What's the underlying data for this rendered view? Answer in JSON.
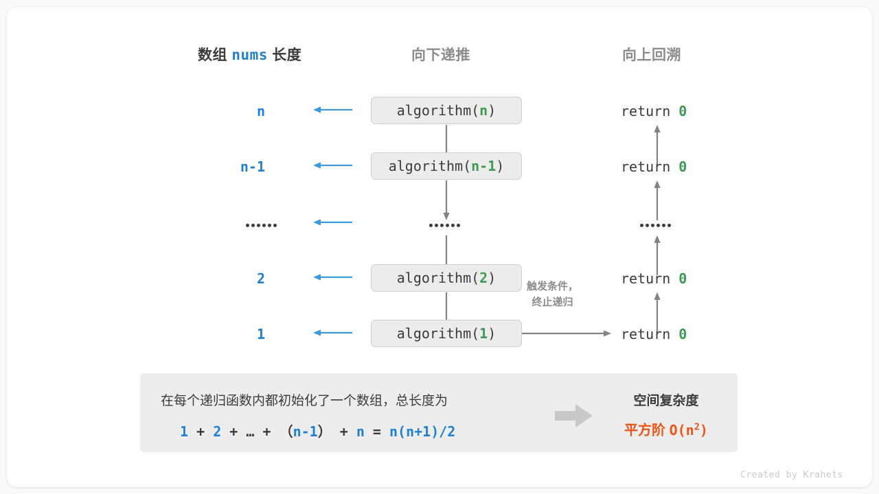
{
  "headers": {
    "left_prefix": "数组",
    "left_code": "nums",
    "left_suffix": "长度",
    "middle": "向下递推",
    "right": "向上回溯"
  },
  "rows": [
    {
      "size": "n",
      "call_name": "algorithm",
      "call_arg": "n",
      "return_text": "return",
      "return_value": "0",
      "is_dots": false
    },
    {
      "size": "n-1",
      "call_name": "algorithm",
      "call_arg": "n-1",
      "return_text": "return",
      "return_value": "0",
      "is_dots": false
    },
    {
      "size": "……",
      "call_name": "",
      "call_arg": "",
      "return_text": "",
      "return_value": "",
      "is_dots": true
    },
    {
      "size": "2",
      "call_name": "algorithm",
      "call_arg": "2",
      "return_text": "return",
      "return_value": "0",
      "is_dots": false
    },
    {
      "size": "1",
      "call_name": "algorithm",
      "call_arg": "1",
      "return_text": "return",
      "return_value": "0",
      "is_dots": false
    }
  ],
  "trigger_note": {
    "line1": "触发条件，",
    "line2": "终止递归"
  },
  "summary": {
    "description": "在每个递归函数内都初始化了一个数组，总长度为",
    "formula": {
      "t1": "1",
      "op1": "+",
      "t2": "2",
      "op2": "+",
      "t3": "…",
      "op3": "+",
      "paren_open": "（",
      "t4": "n-1",
      "paren_close": "）",
      "op4": "+",
      "t5": "n",
      "eq": "=",
      "result": "n(n+1)/2"
    },
    "metric_title": "空间复杂度",
    "metric_value_label": "平方阶",
    "metric_value_code": "O(n",
    "metric_value_exp": "2",
    "metric_value_code_end": ")"
  },
  "footer": "Created by Krahets",
  "colors": {
    "blue": "#1f7fd0",
    "arrow_blue": "#3c99dc",
    "green": "#3e9a52",
    "gray_arrow": "#828282",
    "orange": "#ea5514",
    "box_fill": "#ececec",
    "panel_fill": "#ededed",
    "text_dark": "#3b3b3b",
    "text_gray": "#8c8c8c"
  }
}
